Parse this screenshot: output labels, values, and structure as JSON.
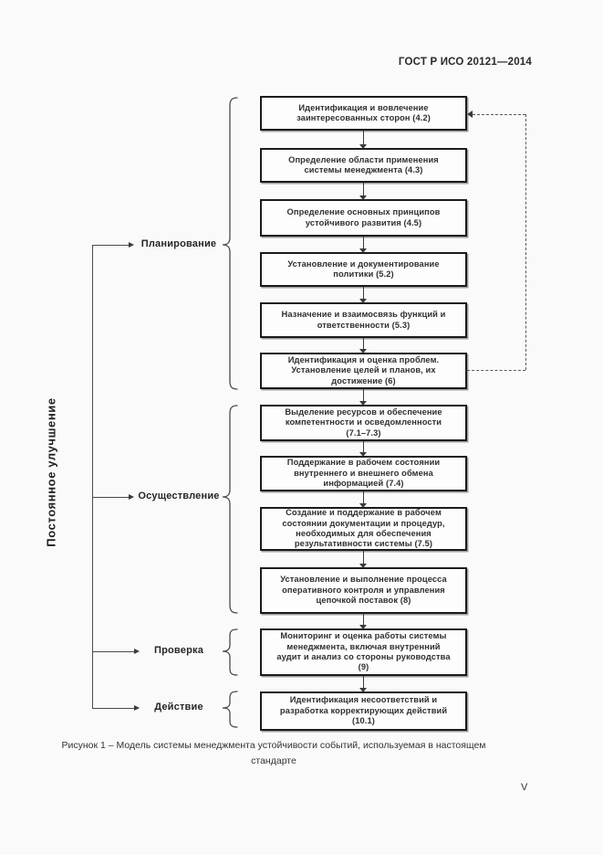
{
  "page": {
    "header": "ГОСТ Р ИСО 20121—2014",
    "page_number": "V",
    "caption_lines": [
      "Рисунок 1 – Модель системы менеджмента устойчивости событий, используемая в настоящем",
      "стандарте"
    ]
  },
  "flowchart": {
    "cycle_label": "Постоянное улучшение",
    "stages": [
      {
        "label": "Планирование"
      },
      {
        "label": "Осуществление"
      },
      {
        "label": "Проверка"
      },
      {
        "label": "Действие"
      }
    ],
    "boxes": [
      {
        "lines": [
          "Идентификация и вовлечение",
          "заинтересованных сторон (4.2)"
        ]
      },
      {
        "lines": [
          "Определение области применения",
          "системы менеджмента (4.3)"
        ]
      },
      {
        "lines": [
          "Определение основных принципов",
          "устойчивого развития (4.5)"
        ]
      },
      {
        "lines": [
          "Установление и документирование",
          "политики (5.2)"
        ]
      },
      {
        "lines": [
          "Назначение и взаимосвязь функций и",
          "ответственности (5.3)"
        ]
      },
      {
        "lines": [
          "Идентификация и оценка проблем.",
          "Установление целей и планов, их",
          "достижение (6)"
        ]
      },
      {
        "lines": [
          "Выделение ресурсов и обеспечение",
          "компетентности и осведомленности",
          "(7.1–7.3)"
        ]
      },
      {
        "lines": [
          "Поддержание в рабочем состоянии",
          "внутреннего и внешнего обмена",
          "информацией (7.4)"
        ]
      },
      {
        "lines": [
          "Создание и поддержание в рабочем",
          "состоянии документации и процедур,",
          "необходимых для обеспечения",
          "результативности системы (7.5)"
        ]
      },
      {
        "lines": [
          "Установление и выполнение процесса",
          "оперативного контроля и управления",
          "цепочкой поставок (8)"
        ]
      },
      {
        "lines": [
          "Мониторинг и оценка работы системы",
          "менеджмента, включая внутренний",
          "аудит и анализ со стороны руководства",
          "(9)"
        ]
      },
      {
        "lines": [
          "Идентификация несоответствий и",
          "разработка корректирующих действий",
          "(10.1)"
        ]
      }
    ]
  },
  "colors": {
    "page_background": "#fafafa",
    "box_border": "#1b1b1b",
    "line": "#4a4a4a",
    "dashed_line": "#5a5a5a",
    "text": "#2f2f2f"
  }
}
